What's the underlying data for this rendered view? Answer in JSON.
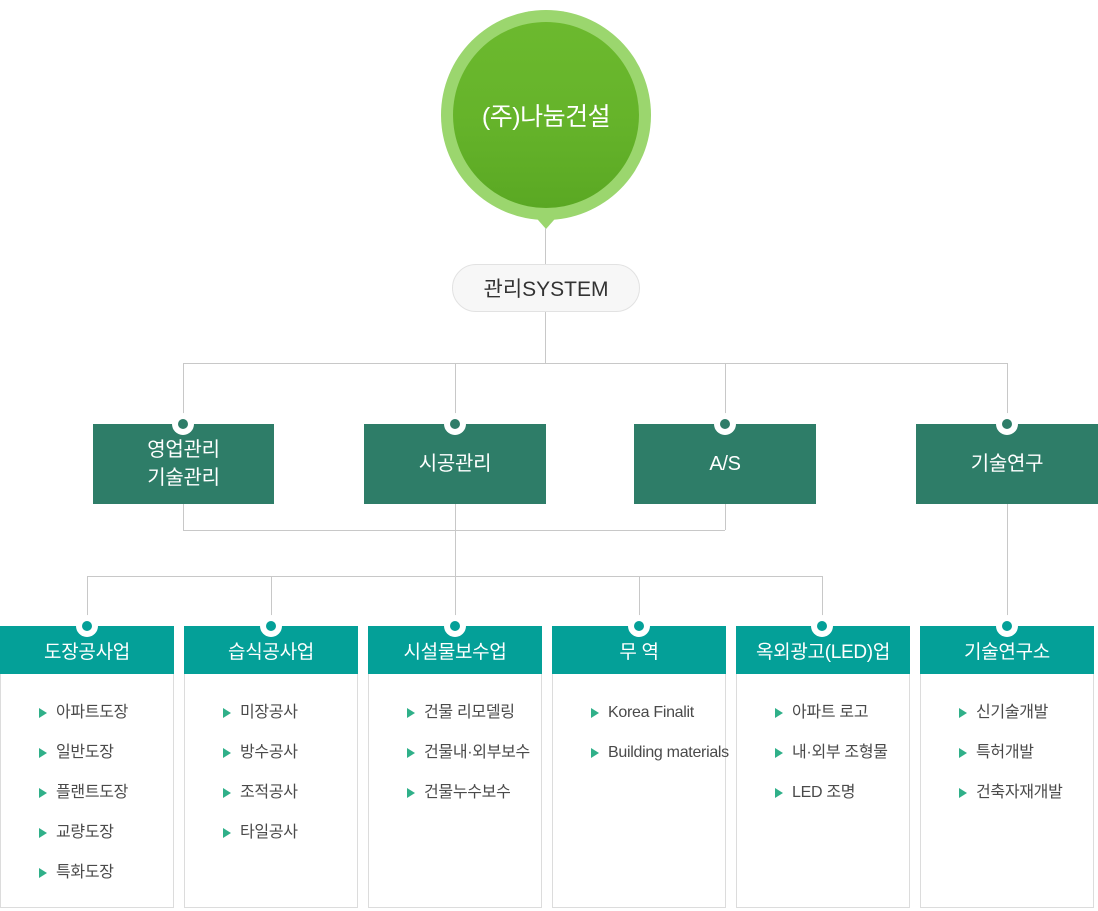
{
  "root": {
    "label": "(주)나눔건설",
    "color": "#65b32a",
    "ring_color": "#9bd66e"
  },
  "system_node": {
    "label": "관리SYSTEM",
    "background": "#f7f7f7",
    "border_color": "#e2e2e2"
  },
  "connector": {
    "line_color": "#c8c8c8",
    "dot_ring_color": "#ffffff"
  },
  "departments": {
    "color": "#2e7d68",
    "items": [
      {
        "label": "영업관리\n기술관리",
        "line1": "영업관리",
        "line2": "기술관리"
      },
      {
        "label": "시공관리",
        "line1": "시공관리",
        "line2": ""
      },
      {
        "label": "A/S",
        "line1": "A/S",
        "line2": ""
      },
      {
        "label": "기술연구",
        "line1": "기술연구",
        "line2": ""
      }
    ]
  },
  "columns": {
    "header_color": "#04a098",
    "bullet_color": "#2fb089",
    "body_border_color": "#dcdcdc",
    "items": [
      {
        "title": "도장공사업",
        "entries": [
          "아파트도장",
          "일반도장",
          "플랜트도장",
          "교량도장",
          "특화도장"
        ]
      },
      {
        "title": "습식공사업",
        "entries": [
          "미장공사",
          "방수공사",
          "조적공사",
          "타일공사"
        ]
      },
      {
        "title": "시설물보수업",
        "entries": [
          "건물 리모델링",
          "건물내·외부보수",
          "건물누수보수"
        ]
      },
      {
        "title": "무   역",
        "entries": [
          "Korea Finalit",
          "Building materials"
        ]
      },
      {
        "title": "옥외광고(LED)업",
        "entries": [
          "아파트 로고",
          "내·외부 조형물",
          "LED 조명"
        ]
      },
      {
        "title": "기술연구소",
        "entries": [
          "신기술개발",
          "특허개발",
          "건축자재개발"
        ]
      }
    ]
  }
}
